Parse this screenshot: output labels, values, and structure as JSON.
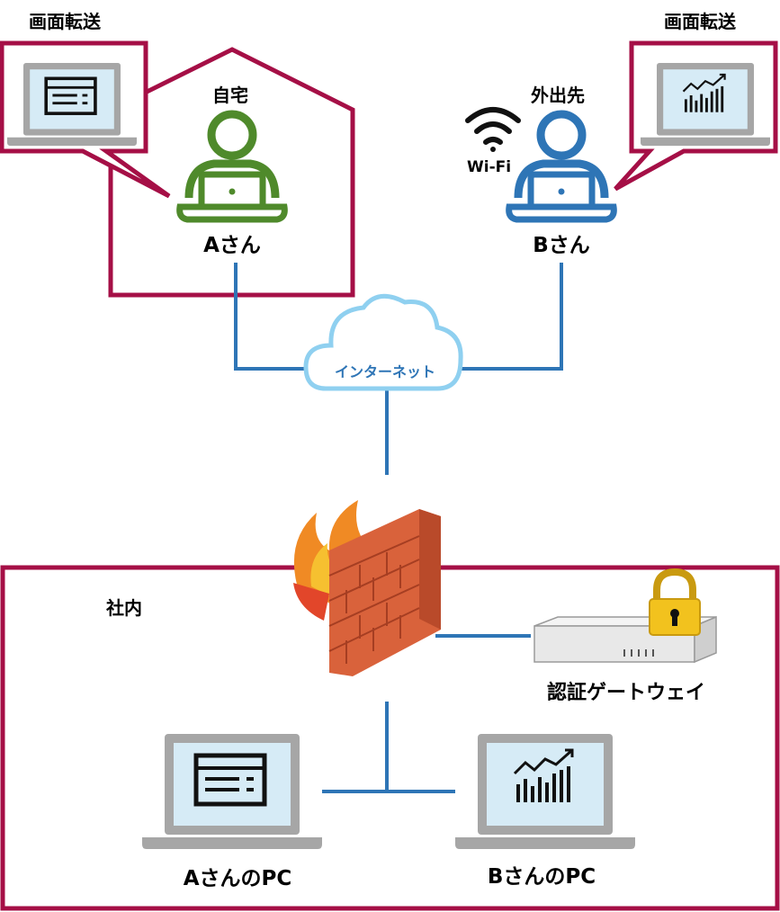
{
  "title_left": "画面転送",
  "title_right": "画面転送",
  "home_label": "自宅",
  "outside_label": "外出先",
  "wifi_label": "Wi-Fi",
  "user_a": "Aさん",
  "user_b": "Bさん",
  "internet_label": "インターネット",
  "office_label": "社内",
  "gateway_label": "認証ゲートウェイ",
  "pc_a_label": "AさんのPC",
  "pc_b_label": "BさんのPC",
  "colors": {
    "frame": "#a50f46",
    "line": "#2e75b6",
    "user_a": "#4f8a2b",
    "user_b": "#2e75b6",
    "cloud_stroke": "#8fd0f0",
    "cloud_text": "#2e75b6",
    "laptop_screen": "#d6ebf6",
    "laptop_body": "#a6a6a6"
  },
  "icons": {
    "laptop_a": "document-list-icon",
    "laptop_b": "bar-chart-icon",
    "firewall": "firewall-icon",
    "gateway": "gateway-device-icon",
    "lock": "padlock-icon",
    "wifi": "wifi-icon",
    "cloud": "cloud-icon"
  }
}
